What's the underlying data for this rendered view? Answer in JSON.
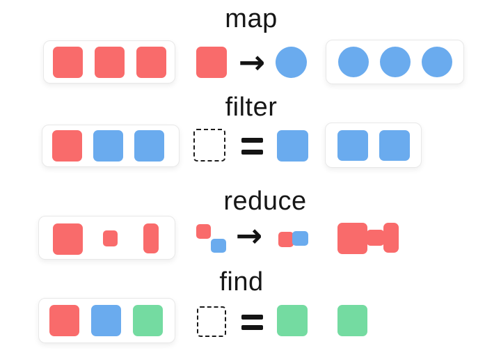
{
  "colors": {
    "red": "#f96b6b",
    "blue": "#6aabee",
    "green": "#74dba1",
    "black": "#141414",
    "box_border": "#e8e8e8",
    "box_background": "#ffffff"
  },
  "rows": [
    {
      "label": "map",
      "input": {
        "items": [
          {
            "shape": "square",
            "color": "red"
          },
          {
            "shape": "square",
            "color": "red"
          },
          {
            "shape": "square",
            "color": "red"
          }
        ]
      },
      "operation": {
        "name": "arrow",
        "symbol": "→",
        "from": {
          "shape": "square",
          "color": "red"
        },
        "to": {
          "shape": "circle",
          "color": "blue"
        }
      },
      "output": {
        "items": [
          {
            "shape": "circle",
            "color": "blue"
          },
          {
            "shape": "circle",
            "color": "blue"
          },
          {
            "shape": "circle",
            "color": "blue"
          }
        ]
      }
    },
    {
      "label": "filter",
      "input": {
        "items": [
          {
            "shape": "square",
            "color": "red"
          },
          {
            "shape": "square",
            "color": "blue"
          },
          {
            "shape": "square",
            "color": "blue"
          }
        ]
      },
      "operation": {
        "name": "equals",
        "symbol": "=",
        "from": {
          "shape": "dashed-square",
          "color": "none"
        },
        "to": {
          "shape": "square",
          "color": "blue"
        }
      },
      "output": {
        "items": [
          {
            "shape": "square",
            "color": "blue"
          },
          {
            "shape": "square",
            "color": "blue"
          }
        ]
      }
    },
    {
      "label": "reduce",
      "input": {
        "items": [
          {
            "shape": "large-square",
            "color": "red"
          },
          {
            "shape": "small-square",
            "color": "red"
          },
          {
            "shape": "tall-rect",
            "color": "red"
          }
        ]
      },
      "operation": {
        "name": "arrow",
        "symbol": "→",
        "from": {
          "shape": "diagonal-pair",
          "colors": [
            "red",
            "blue"
          ]
        },
        "to": {
          "shape": "joined-pair",
          "colors": [
            "red",
            "blue"
          ]
        }
      },
      "output": {
        "items": [
          {
            "shape": "merged-large-small-tall",
            "color": "red"
          }
        ]
      }
    },
    {
      "label": "find",
      "input": {
        "items": [
          {
            "shape": "square",
            "color": "red"
          },
          {
            "shape": "square",
            "color": "blue"
          },
          {
            "shape": "square",
            "color": "green"
          }
        ]
      },
      "operation": {
        "name": "equals",
        "symbol": "=",
        "from": {
          "shape": "dashed-square",
          "color": "none"
        },
        "to": {
          "shape": "square",
          "color": "green"
        }
      },
      "output": {
        "items": [
          {
            "shape": "square",
            "color": "green"
          }
        ]
      }
    }
  ]
}
